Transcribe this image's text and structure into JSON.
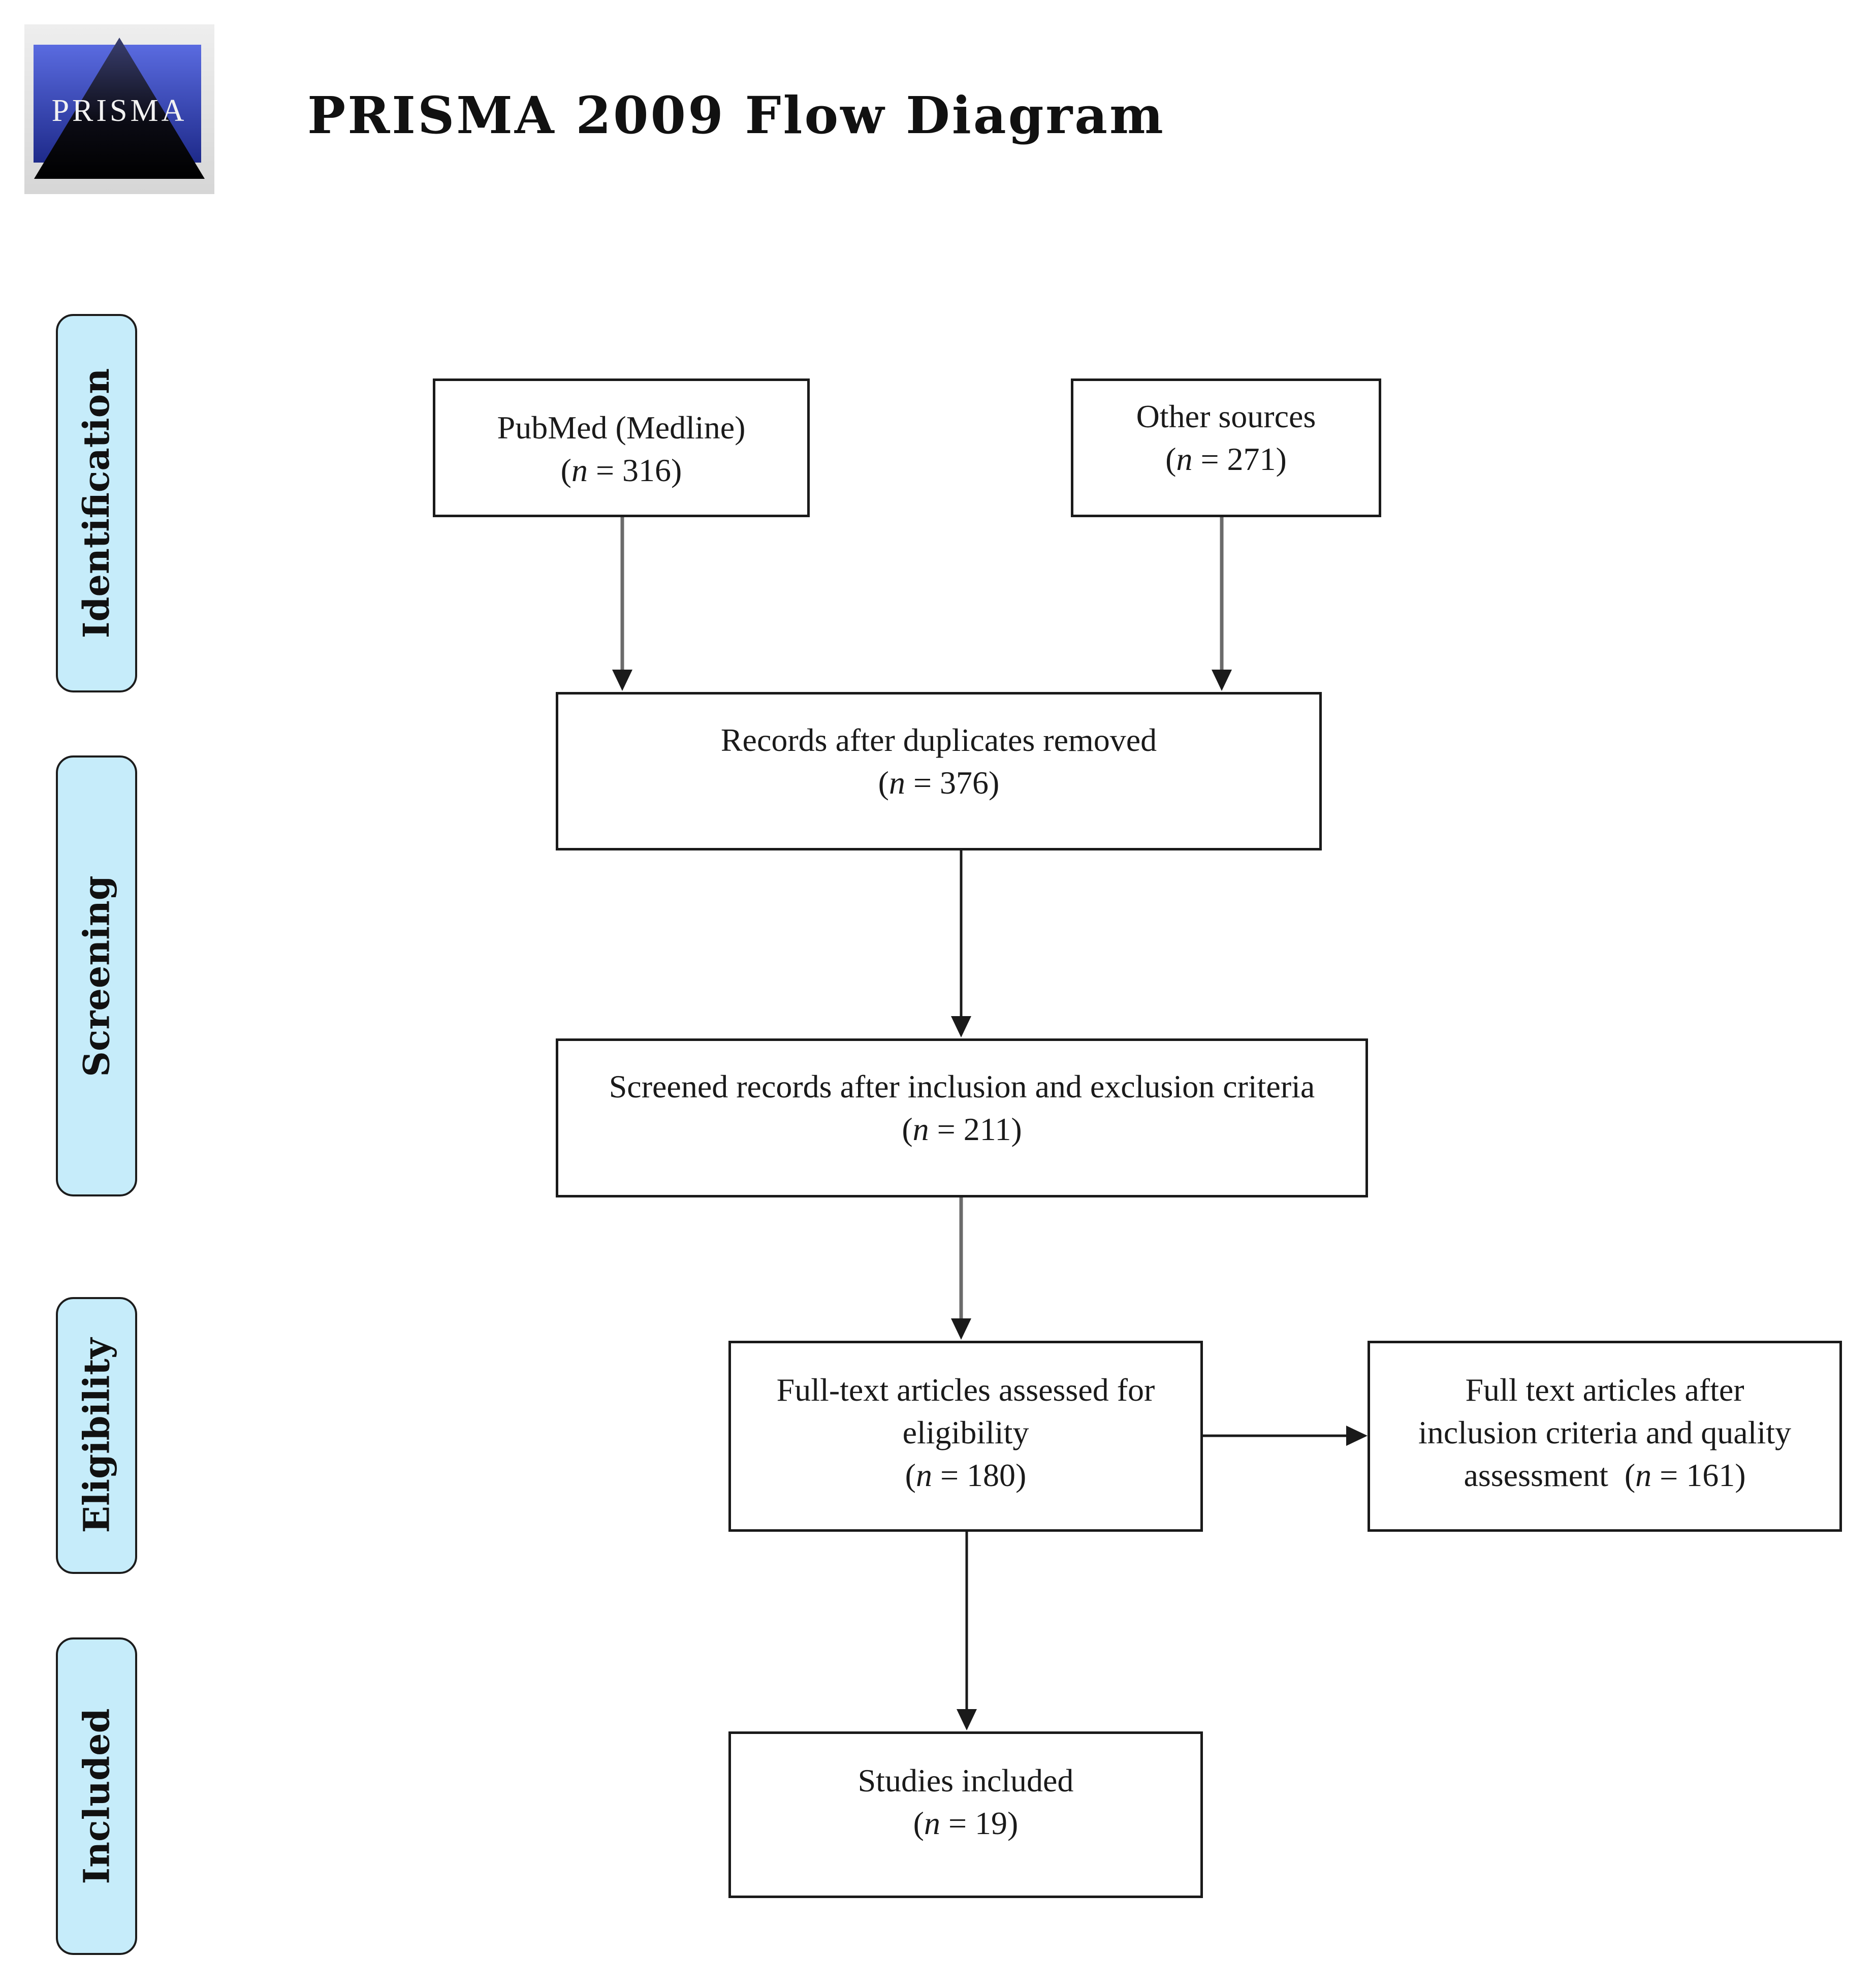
{
  "logo": {
    "text": "PRISMA"
  },
  "title": "PRISMA 2009 Flow Diagram",
  "stages": {
    "identification": "Identification",
    "screening": "Screening",
    "eligibility": "Eligibility",
    "included": "Included"
  },
  "boxes": {
    "pubmed": {
      "label": "PubMed (Medline)",
      "n_symbol": "n",
      "n_value": "= 316"
    },
    "other": {
      "label": "Other sources",
      "n_symbol": "n",
      "n_value": "= 271"
    },
    "duplicates": {
      "label": "Records after duplicates removed",
      "n_symbol": "n",
      "n_value": "= 376"
    },
    "screened": {
      "label": "Screened records after inclusion and exclusion criteria",
      "n_symbol": "n",
      "n_value": "= 211"
    },
    "fulltext": {
      "label_line1": "Full-text articles assessed for",
      "label_line2": "eligibility",
      "n_symbol": "n",
      "n_value": "= 180"
    },
    "quality": {
      "label_line1": "Full text articles after",
      "label_line2": "inclusion criteria and quality",
      "label_line3": "assessment",
      "n_symbol": "n",
      "n_value": "= 161"
    },
    "included": {
      "label": "Studies included",
      "n_symbol": "n",
      "n_value": "= 19"
    }
  },
  "colors": {
    "stage_fill": "#c6ecfa",
    "border": "#1a1a1a",
    "logo_blue": "#2f3fb0"
  }
}
